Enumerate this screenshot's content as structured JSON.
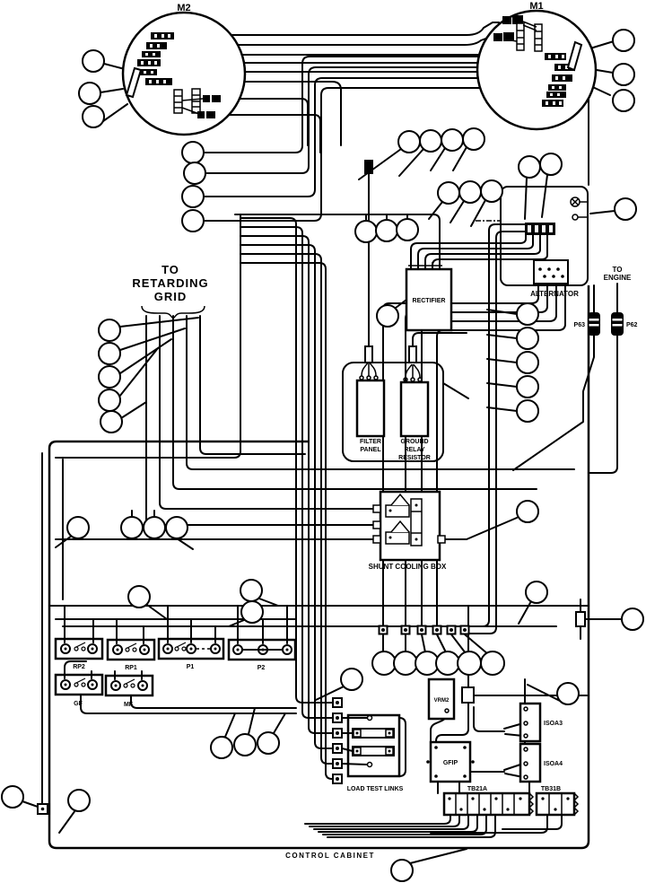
{
  "figure": {
    "type": "locomotive-wiring-diagram",
    "title": "CONTROL CABINET",
    "line_color": "#000000",
    "background_color": "#ffffff"
  },
  "labels": {
    "m2": "M2",
    "m1": "M1",
    "retard": [
      "TO",
      "RETARDING",
      "GRID"
    ],
    "engine": [
      "TO",
      "ENGINE"
    ],
    "p63": "P63",
    "p62": "P62",
    "rectifier": "RECTIFIER",
    "alternator": "ALTERNATOR",
    "filter": [
      "FILTER",
      "PANEL"
    ],
    "grr": [
      "GROUND",
      "RELAY",
      "RESISTOR"
    ],
    "shunt": "SHUNT COOLING BOX",
    "rp2": "RP2",
    "rp1": "RP1",
    "p1": "P1",
    "p2": "P2",
    "gf": "GF",
    "mf": "MF",
    "ltl": "LOAD TEST LINKS",
    "vrm2": "VRM2",
    "gfip": "GFIP",
    "isoa3": "ISOA3",
    "isoa4": "ISOA4",
    "tb21a": "TB21A",
    "tb31b": "TB31B",
    "cabinet": "CONTROL CABINET"
  },
  "callouts": {
    "style": "empty-circle",
    "count": 56
  }
}
